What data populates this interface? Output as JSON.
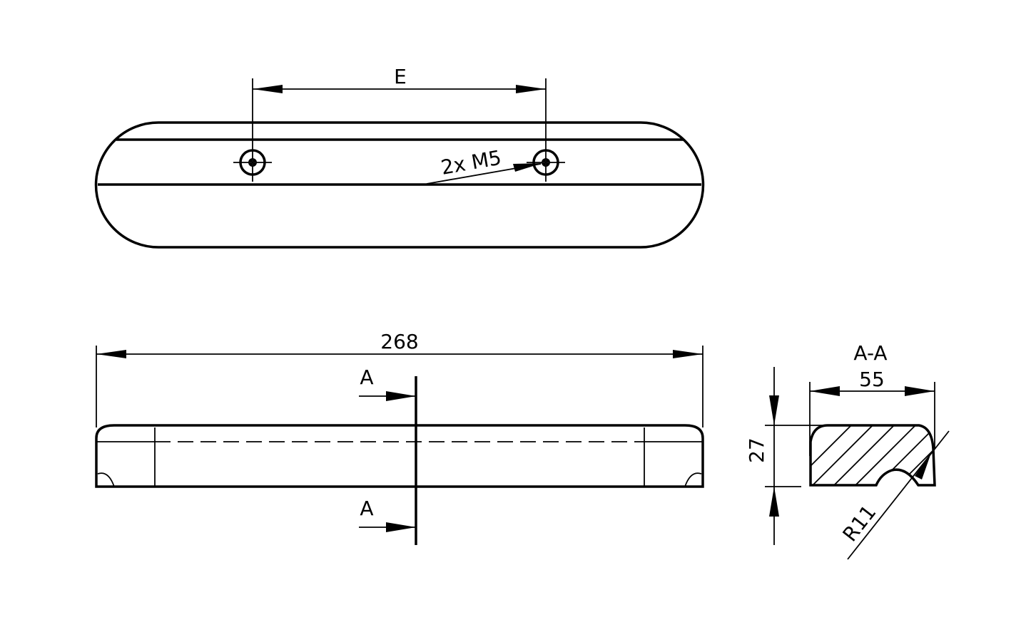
{
  "top_view": {
    "dimension_label": "E",
    "thread_note": "2x M5"
  },
  "front_view": {
    "length_label": "268",
    "section_mark_top": "A",
    "section_mark_bottom": "A"
  },
  "section_view": {
    "title": "A-A",
    "width_label": "55",
    "height_label": "27",
    "radius_label": "R11"
  }
}
